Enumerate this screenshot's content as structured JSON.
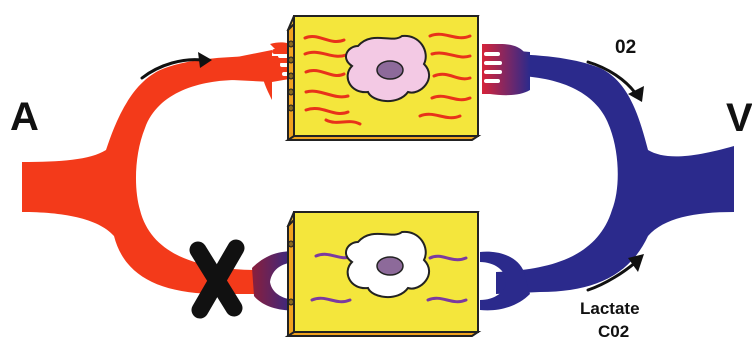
{
  "labels": {
    "arterial": "A",
    "venous": "V",
    "oxygen": "02",
    "lactate": "Lactate",
    "carbon_dioxide": "C02"
  },
  "blocked_marker": "X",
  "colors": {
    "artery": "#f33a1a",
    "vein": "#2b2a8c",
    "tissue": "#f4e63c",
    "tissue_side": "#e8a41c",
    "cell": "#f3c9e4",
    "nucleus": "#8d6a9a",
    "oxygenated_fibers": "#e8321a",
    "hypoxic_fibers": "#7b3aa0"
  }
}
